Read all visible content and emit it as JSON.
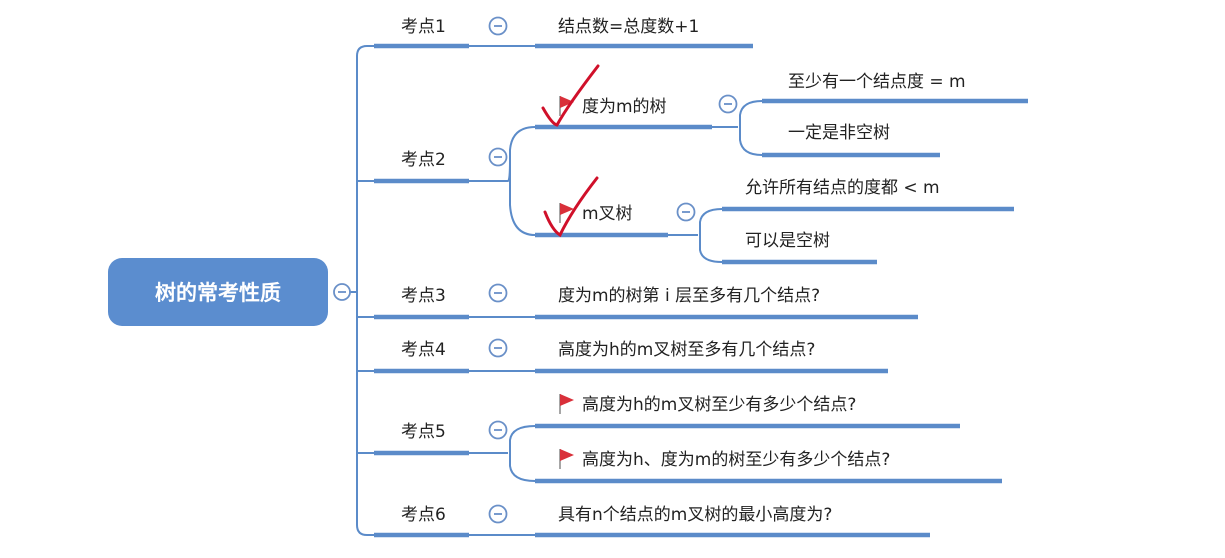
{
  "root": {
    "label": "树的常考性质"
  },
  "topics": [
    {
      "label": "考点1",
      "children": [
        {
          "label": "结点数=总度数+1"
        }
      ]
    },
    {
      "label": "考点2",
      "children": [
        {
          "label": "度为m的树",
          "flag": true,
          "checked": true,
          "children": [
            {
              "label": "至少有一个结点度 = m"
            },
            {
              "label": "一定是非空树"
            }
          ]
        },
        {
          "label": "m叉树",
          "flag": true,
          "checked": true,
          "children": [
            {
              "label": "允许所有结点的度都 < m"
            },
            {
              "label": "可以是空树"
            }
          ]
        }
      ]
    },
    {
      "label": "考点3",
      "children": [
        {
          "label": "度为m的树第 i 层至多有几个结点?"
        }
      ]
    },
    {
      "label": "考点4",
      "children": [
        {
          "label": "高度为h的m叉树至多有几个结点?"
        }
      ]
    },
    {
      "label": "考点5",
      "children": [
        {
          "label": "高度为h的m叉树至少有多少个结点?",
          "flag": true
        },
        {
          "label": "高度为h、度为m的树至少有多少个结点?",
          "flag": true
        }
      ]
    },
    {
      "label": "考点6",
      "children": [
        {
          "label": "具有n个结点的m叉树的最小高度为?"
        }
      ]
    }
  ],
  "colors": {
    "branch": "#5b8bc9",
    "root": "#5b8dcf",
    "flag": "#d9303a",
    "check": "#d0102a"
  }
}
